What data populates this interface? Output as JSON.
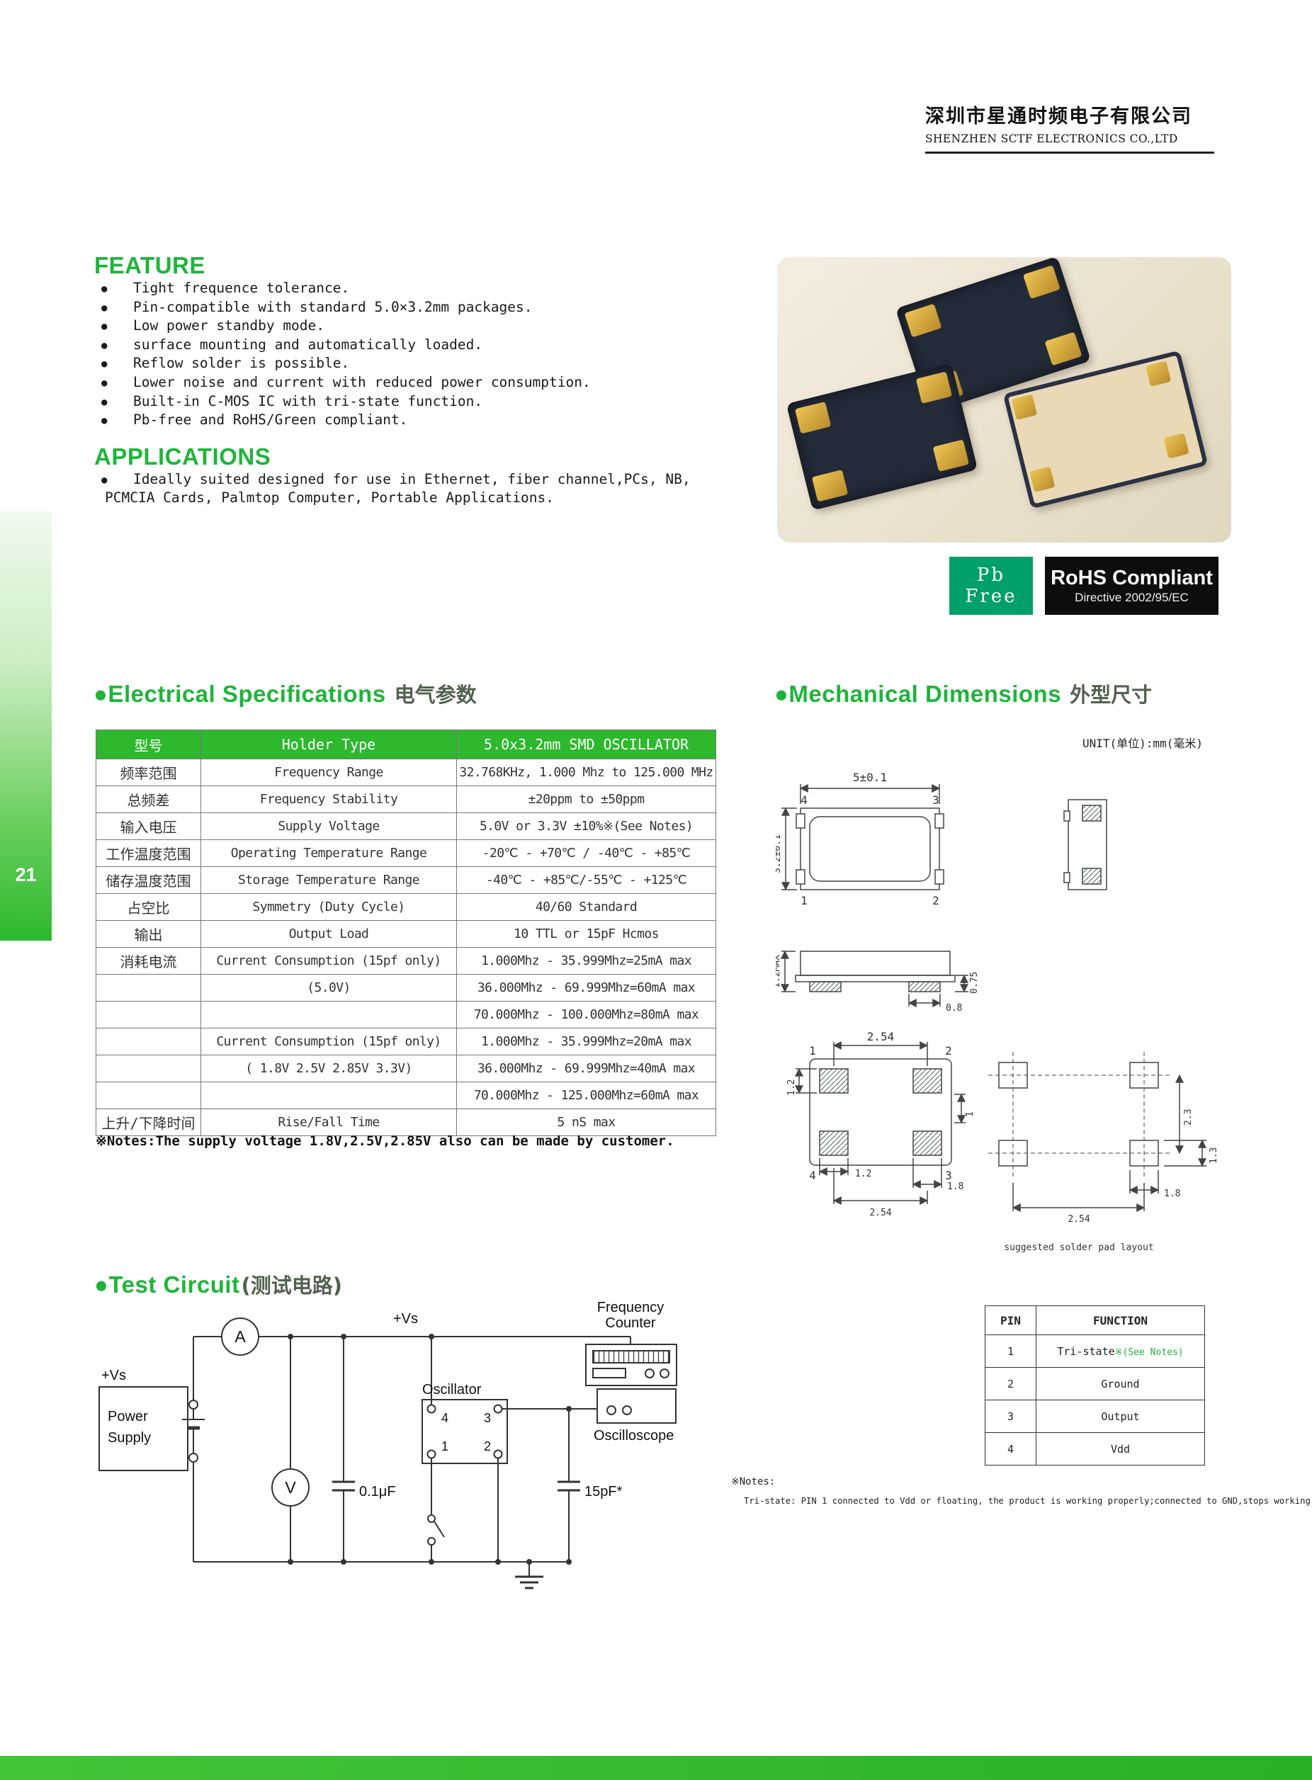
{
  "header": {
    "company_cn": "深圳市星通时频电子有限公司",
    "company_en": "SHENZHEN SCTF ELECTRONICS  CO.,LTD"
  },
  "page_number": "21",
  "feature": {
    "title": "FEATURE",
    "items": [
      "Tight frequence tolerance.",
      "Pin-compatible with standard 5.0×3.2mm packages.",
      "Low power standby mode.",
      "surface mounting and automatically loaded.",
      "Reflow solder is possible.",
      "Lower noise and current with reduced power consumption.",
      "Built-in C-MOS IC with tri-state function.",
      "Pb-free and RoHS/Green compliant."
    ]
  },
  "applications": {
    "title": "APPLICATIONS",
    "line1": "Ideally suited designed for use in Ethernet, fiber channel,PCs, NB,",
    "line2": "PCMCIA Cards, Palmtop Computer, Portable Applications."
  },
  "badges": {
    "pb1": "Pb",
    "pb2": "Free",
    "rohs1": "RoHS Compliant",
    "rohs2": "Directive 2002/95/EC"
  },
  "electrical": {
    "title_en": "●Electrical Specifications",
    "title_cn": "电气参数",
    "table": {
      "headers": [
        "型号",
        "Holder Type",
        "5.0x3.2mm SMD OSCILLATOR"
      ],
      "rows": [
        [
          "频率范围",
          "Frequency Range",
          "32.768KHz, 1.000 Mhz to 125.000 MHz"
        ],
        [
          "总频差",
          "Frequency Stability",
          "±20ppm  to ±50ppm"
        ],
        [
          "输入电压",
          "Supply Voltage",
          "5.0V or 3.3V ±10%※(See Notes)"
        ],
        [
          "工作温度范围",
          "Operating Temperature Range",
          "-20℃ - +70℃ / -40℃ - +85℃"
        ],
        [
          "储存温度范围",
          "Storage Temperature Range",
          "-40℃ - +85℃/-55℃ - +125℃"
        ],
        [
          "占空比",
          "Symmetry (Duty Cycle)",
          "40/60 Standard"
        ],
        [
          "输出",
          "Output Load",
          "10 TTL or 15pF Hcmos"
        ],
        [
          "消耗电流",
          "Current Consumption (15pf only)",
          "1.000Mhz - 35.999Mhz=25mA max"
        ],
        [
          "",
          "(5.0V)",
          "36.000Mhz - 69.999Mhz=60mA max"
        ],
        [
          "",
          "",
          "70.000Mhz - 100.000Mhz=80mA max"
        ],
        [
          "",
          "Current Consumption (15pf only)",
          "1.000Mhz - 35.999Mhz=20mA max"
        ],
        [
          "",
          "( 1.8V 2.5V 2.85V 3.3V)",
          "36.000Mhz - 69.999Mhz=40mA max"
        ],
        [
          "",
          "",
          "70.000Mhz - 125.000Mhz=60mA max"
        ],
        [
          "上升/下降时间",
          "Rise/Fall Time",
          "5 nS max"
        ]
      ]
    },
    "note": "※Notes:The supply voltage 1.8V,2.5V,2.85V also can be made by customer."
  },
  "mechanical": {
    "title_en": "●Mechanical Dimensions",
    "title_cn": "外型尺寸",
    "unit": "UNIT(单位):mm(毫米)",
    "dims": {
      "d5": "5±0.1",
      "d32": "3.2±0.1",
      "d12max": "1.2MAX",
      "d075": "0.75",
      "d08": "0.8",
      "d254": "2.54",
      "d12": "1.2",
      "d1": "1",
      "d23": "2.3",
      "d13": "1.3",
      "d18": "1.8"
    },
    "pins_top": [
      "4",
      "3",
      "1",
      "2"
    ],
    "pins_bottom": [
      "1",
      "2",
      "4",
      "3"
    ],
    "caption": "suggested solder pad layout"
  },
  "test_circuit": {
    "title_en": "●Test Circuit",
    "title_cn": "(测试电路)",
    "labels": {
      "vs_left": "+Vs",
      "vs_mid": "+Vs",
      "power1": "Power",
      "power2": "Supply",
      "ammeter": "A",
      "voltmeter": "V",
      "cap1": "0.1μF",
      "cap2": "15pF*",
      "oscillator": "Oscillator",
      "fc1": "Frequency",
      "fc2": "Counter",
      "scope": "Oscilloscope",
      "pin4": "4",
      "pin3": "3",
      "pin1": "1",
      "pin2": "2"
    }
  },
  "pin_table": {
    "col_pin": "PIN",
    "col_function": "FUNCTION",
    "rows": [
      {
        "pin": "1",
        "func": "Tri-state",
        "note": "※(See Notes)"
      },
      {
        "pin": "2",
        "func": "Ground",
        "note": ""
      },
      {
        "pin": "3",
        "func": "Output",
        "note": ""
      },
      {
        "pin": "4",
        "func": "Vdd",
        "note": ""
      }
    ]
  },
  "notes": {
    "title": "※Notes:",
    "body": "Tri-state: PIN 1 connected to Vdd or floating, the product is working properly;connected to GND,stops working."
  }
}
